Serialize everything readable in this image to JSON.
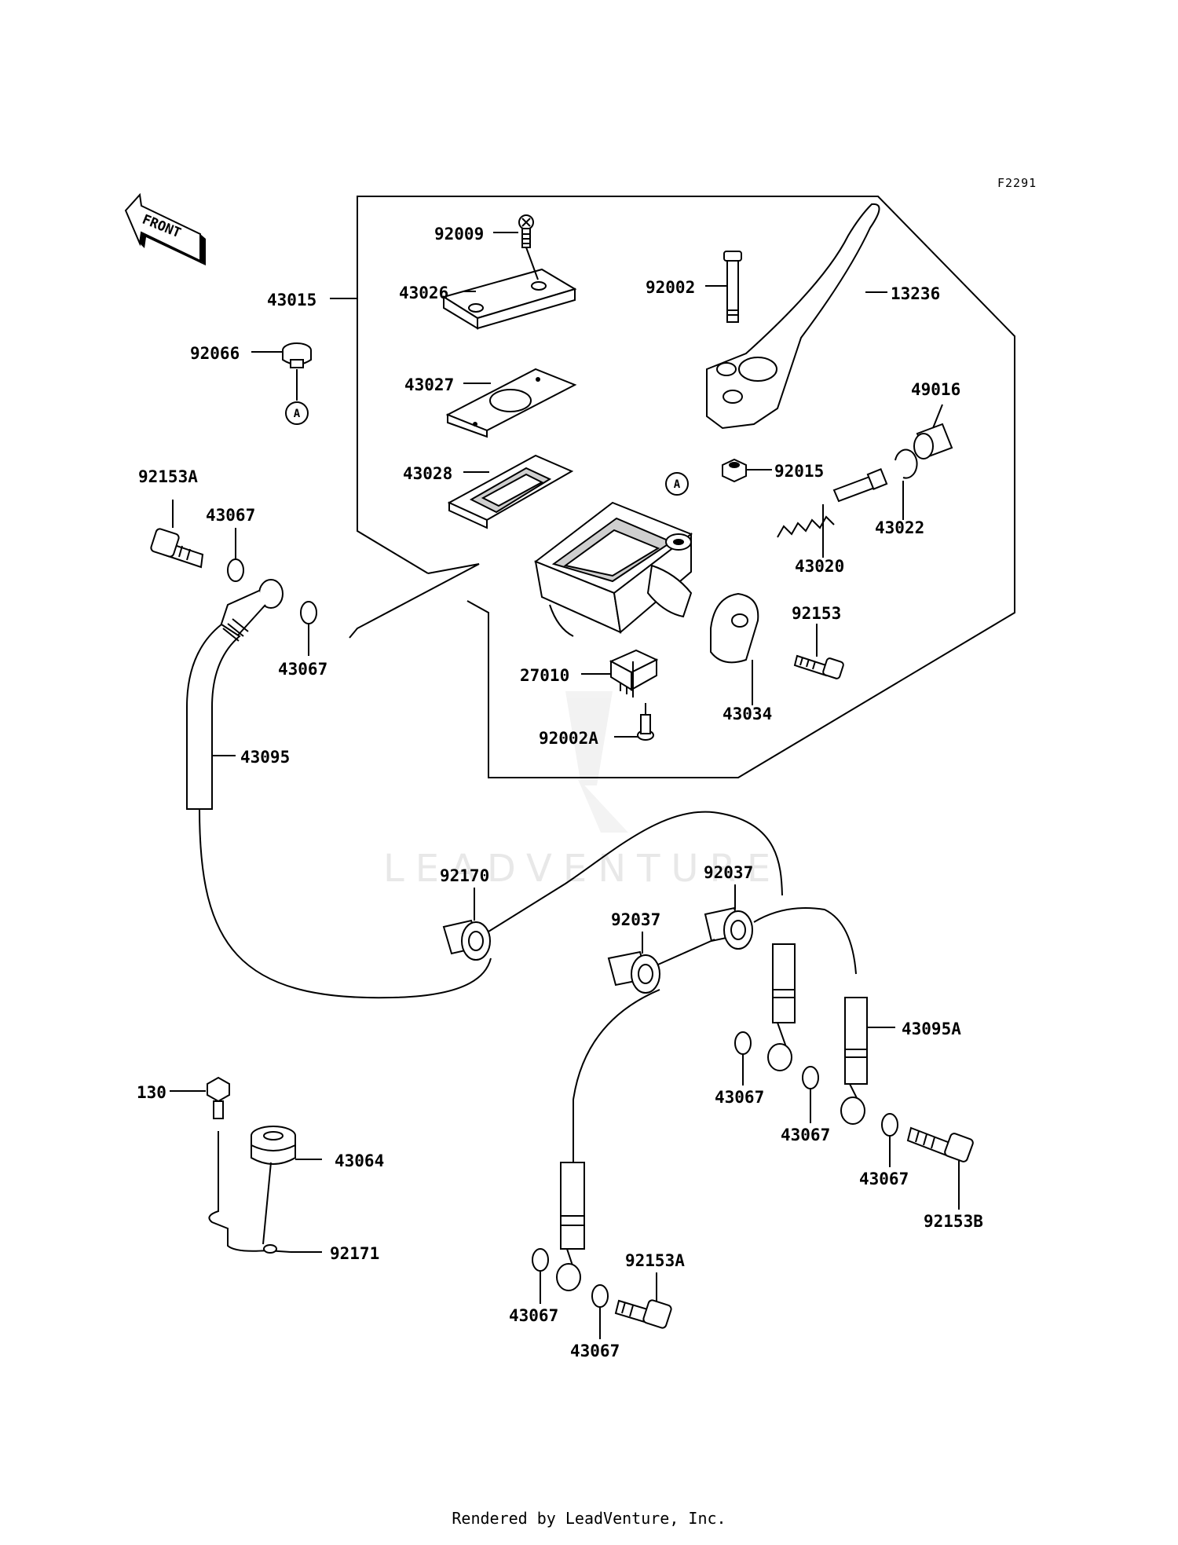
{
  "diagram": {
    "figure_code": "F2291",
    "direction_label": "FRONT",
    "reference_marker": "A",
    "watermark": "LEADVENTURE",
    "footer": "Rendered by LeadVenture, Inc.",
    "parts": [
      {
        "key": "p43015",
        "label": "43015"
      },
      {
        "key": "p92009",
        "label": "92009"
      },
      {
        "key": "p43026",
        "label": "43026"
      },
      {
        "key": "p43027",
        "label": "43027"
      },
      {
        "key": "p43028",
        "label": "43028"
      },
      {
        "key": "p92066",
        "label": "92066"
      },
      {
        "key": "p92002",
        "label": "92002"
      },
      {
        "key": "p13236",
        "label": "13236"
      },
      {
        "key": "p49016",
        "label": "49016"
      },
      {
        "key": "p92015",
        "label": "92015"
      },
      {
        "key": "p43022",
        "label": "43022"
      },
      {
        "key": "p43020",
        "label": "43020"
      },
      {
        "key": "p92153",
        "label": "92153"
      },
      {
        "key": "p27010",
        "label": "27010"
      },
      {
        "key": "p43034",
        "label": "43034"
      },
      {
        "key": "p92002A",
        "label": "92002A"
      },
      {
        "key": "p92153A_top",
        "label": "92153A"
      },
      {
        "key": "p43067_a",
        "label": "43067"
      },
      {
        "key": "p43067_b",
        "label": "43067"
      },
      {
        "key": "p43095",
        "label": "43095"
      },
      {
        "key": "p92170",
        "label": "92170"
      },
      {
        "key": "p92037_a",
        "label": "92037"
      },
      {
        "key": "p92037_b",
        "label": "92037"
      },
      {
        "key": "p43095A",
        "label": "43095A"
      },
      {
        "key": "p43067_c",
        "label": "43067"
      },
      {
        "key": "p43067_d",
        "label": "43067"
      },
      {
        "key": "p43067_e",
        "label": "43067"
      },
      {
        "key": "p92153B",
        "label": "92153B"
      },
      {
        "key": "p130",
        "label": "130"
      },
      {
        "key": "p43064",
        "label": "43064"
      },
      {
        "key": "p92171",
        "label": "92171"
      },
      {
        "key": "p92153A_bot",
        "label": "92153A"
      },
      {
        "key": "p43067_f",
        "label": "43067"
      },
      {
        "key": "p43067_g",
        "label": "43067"
      }
    ]
  }
}
